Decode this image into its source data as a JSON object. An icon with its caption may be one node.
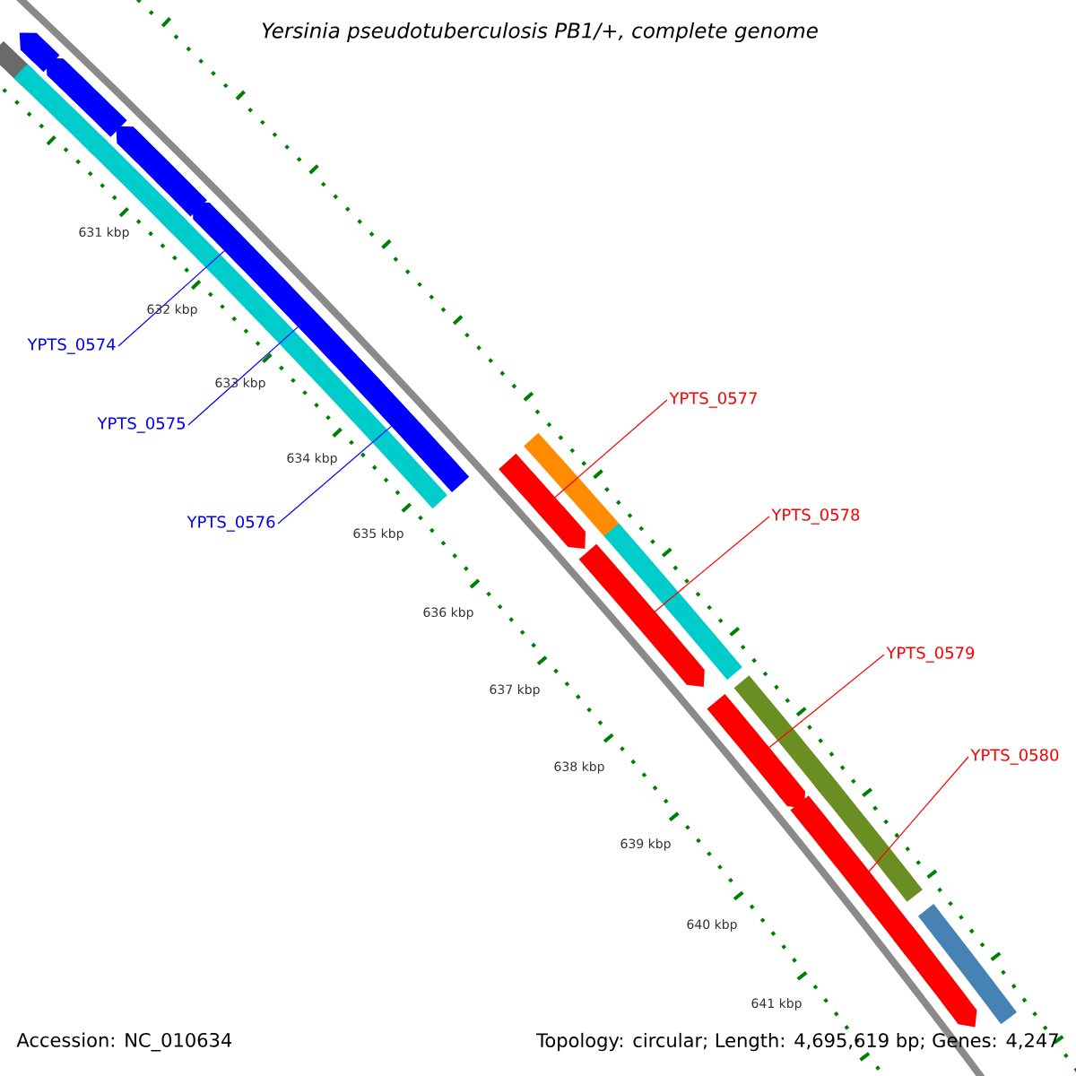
{
  "diagram": {
    "title": "Yersinia pseudotuberculosis PB1/+, complete genome",
    "nodes": [
      {
        "text": [
          "YPTS_0574"
        ]
      },
      {
        "text": [
          "YPTS_0575"
        ]
      },
      {
        "text": [
          "YPTS_0576"
        ]
      },
      {
        "text": [
          "YPTS_0577"
        ]
      },
      {
        "text": [
          "YPTS_0578"
        ]
      },
      {
        "text": [
          "YPTS_0579"
        ]
      },
      {
        "text": [
          "YPTS_0580"
        ]
      },
      {
        "text": [],
        "shape": "bar"
      },
      {
        "text": [],
        "shape": "pentagon"
      },
      {
        "text": [],
        "shape": "pentagon"
      },
      {
        "text": [],
        "shape": "bar"
      },
      {
        "text": [],
        "shape": "pentagon"
      },
      {
        "text": [],
        "shape": "bar"
      },
      {
        "text": [],
        "shape": "pentagon"
      },
      {
        "text": [],
        "shape": "bar"
      },
      {
        "text": [],
        "shape": "pentagon"
      },
      {
        "text": [],
        "shape": "pentagon"
      },
      {
        "text": [],
        "shape": "pentagon"
      },
      {
        "text": [],
        "shape": "bar"
      },
      {
        "text": [],
        "shape": "pentagon"
      },
      {
        "text": [],
        "shape": "bar"
      },
      {
        "text": [],
        "shape": "pentagon"
      },
      {
        "text": [],
        "shape": "bar"
      },
      {
        "text": [],
        "shape": "pentagon"
      },
      {
        "text": [],
        "shape": "bar"
      },
      {
        "text": [],
        "shape": "pentagon"
      },
      {
        "text": [],
        "shape": "bar"
      }
    ],
    "edges": [
      {
        "from": 0,
        "to": 13,
        "arrow": "none",
        "color": "#0000ff"
      },
      {
        "from": 1,
        "to": 15,
        "arrow": "none",
        "color": "#0000ff"
      },
      {
        "from": 2,
        "to": 16,
        "arrow": "none",
        "color": "#0000ff"
      },
      {
        "from": 3,
        "to": 17,
        "arrow": "none",
        "color": "#ff0000"
      },
      {
        "from": 4,
        "to": 19,
        "arrow": "none",
        "color": "#ff0000"
      },
      {
        "from": 5,
        "to": 21,
        "arrow": "none",
        "color": "#ff0000"
      },
      {
        "from": 6,
        "to": 23,
        "arrow": "none",
        "color": "#ff0000"
      }
    ],
    "labels": [
      "631 kbp",
      "632 kbp",
      "633 kbp",
      "634 kbp",
      "635 kbp",
      "636 kbp",
      "637 kbp",
      "638 kbp",
      "639 kbp",
      "640 kbp",
      "641 kbp",
      "Accession: NC_010634",
      "Topology: circular; Length: 4,695,619 bp; Genes: 4,247"
    ]
  }
}
